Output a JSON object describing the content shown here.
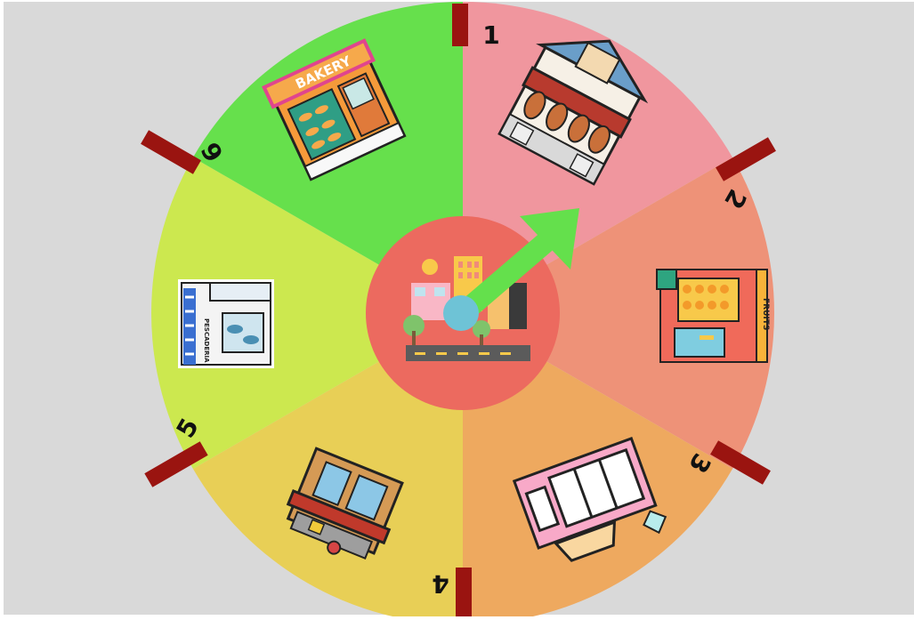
{
  "wheel": {
    "segments": [
      {
        "number": "1",
        "shop": "butcher-shop",
        "color": "#f0969e"
      },
      {
        "number": "2",
        "shop": "fruit-shop",
        "color": "#ee9278"
      },
      {
        "number": "3",
        "shop": "jewelry-shop",
        "color": "#eea95f"
      },
      {
        "number": "4",
        "shop": "shoe-shop",
        "color": "#e8cf56"
      },
      {
        "number": "5",
        "shop": "fish-shop",
        "color": "#cce84f"
      },
      {
        "number": "6",
        "shop": "bakery",
        "color": "#66e04c"
      }
    ],
    "bakery_sign": "BAKERY",
    "fruit_sign": "FRUITS",
    "fish_sign": "PESCADERIA",
    "colors": {
      "background": "#d9d9d9",
      "hub": "#ec6a5f",
      "arrow": "#64e04c",
      "pivot": "#6ec3d6",
      "peg": "#9a1410"
    }
  }
}
